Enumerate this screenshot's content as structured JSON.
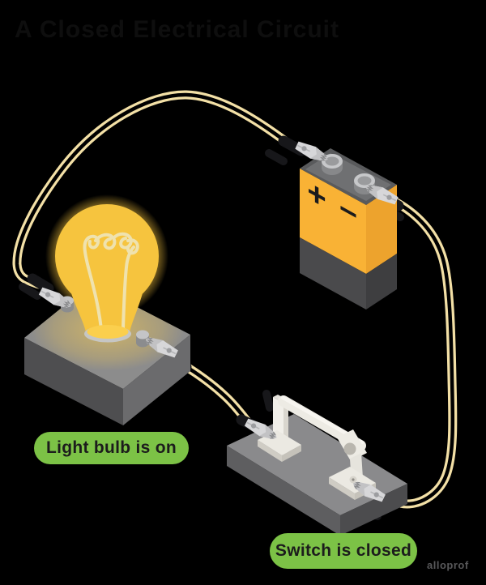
{
  "title": "A Closed Electrical Circuit",
  "labels": {
    "bulb": "Light bulb is on",
    "switch": "Switch is closed"
  },
  "battery": {
    "positive": "+",
    "negative": "−"
  },
  "watermark": "alloprof",
  "colors": {
    "background": "#000000",
    "wire": "#F3E0A6",
    "battery_yellow": "#F9B235",
    "bulb_yellow": "#F6C43E",
    "label_green": "#7CC246",
    "base_gray": "#8A8A8C",
    "switch_white": "#EFEDE7",
    "label_text": "#1C1C1C",
    "watermark_gray": "#58585A"
  }
}
